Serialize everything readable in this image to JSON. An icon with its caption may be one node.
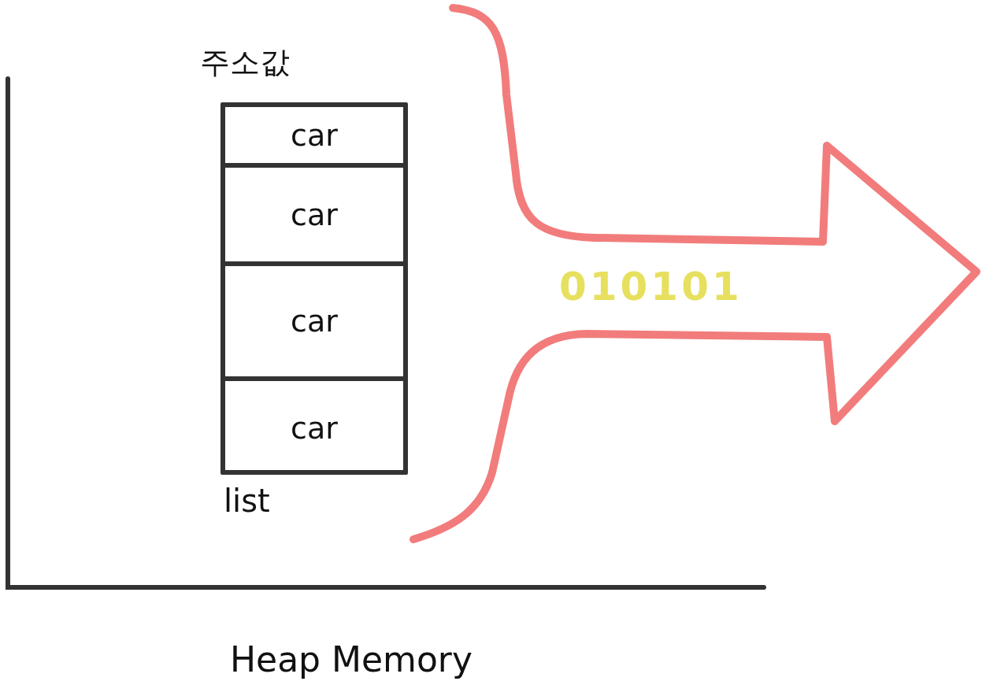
{
  "diagram": {
    "nodes": [
      {
        "text": [
          "list"
        ],
        "beside": [
          "주소값"
        ]
      },
      {
        "text": [
          "car"
        ],
        "in": 0
      },
      {
        "text": [
          "car"
        ],
        "in": 0
      },
      {
        "text": [
          "car"
        ],
        "in": 0
      },
      {
        "text": [
          "car"
        ],
        "in": 0
      },
      {
        "text": [
          "010101"
        ]
      }
    ],
    "labels": [
      "Heap Memory"
    ]
  }
}
